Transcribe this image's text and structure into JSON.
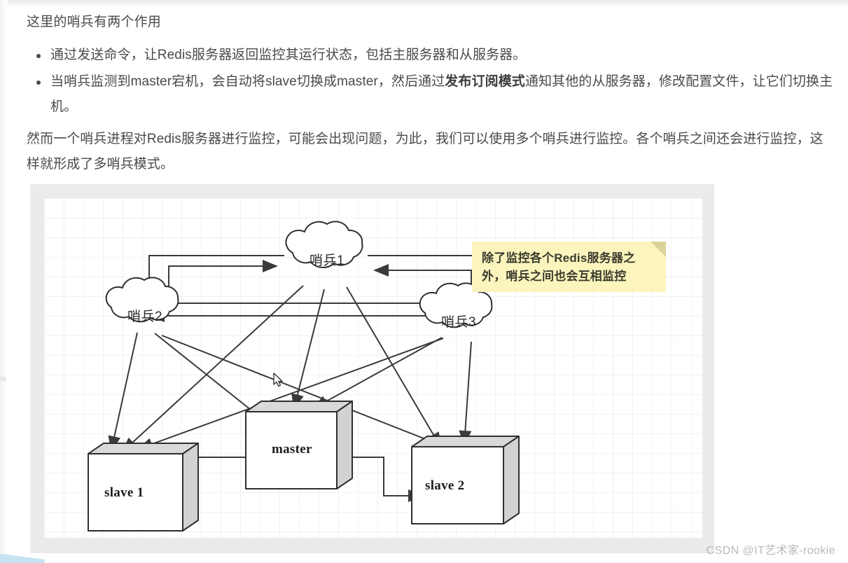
{
  "article": {
    "lead": "这里的哨兵有两个作用",
    "bullets": [
      "通过发送命令，让Redis服务器返回监控其运行状态，包括主服务器和从服务器。",
      {
        "before": "当哨兵监测到master宕机，会自动将slave切换成master，然后通过",
        "strong": "发布订阅模式",
        "after": "通知其他的从服务器，修改配置文件，让它们切换主机。"
      }
    ],
    "paragraph": "然而一个哨兵进程对Redis服务器进行监控，可能会出现问题，为此，我们可以使用多个哨兵进行监控。各个哨兵之间还会进行监控，这样就形成了多哨兵模式。"
  },
  "figure": {
    "note": {
      "line1": "除了监控各个Redis服务器之",
      "line2": "外，哨兵之间也会互相监控",
      "background": "#fbf5bd",
      "fold_color": "#dbd396"
    },
    "sentinels": [
      {
        "id": "sentinel-1",
        "label": "哨兵1"
      },
      {
        "id": "sentinel-2",
        "label": "哨兵2"
      },
      {
        "id": "sentinel-3",
        "label": "哨兵3"
      }
    ],
    "servers": [
      {
        "id": "slave-1",
        "label": "slave 1"
      },
      {
        "id": "master",
        "label": "master"
      },
      {
        "id": "slave-2",
        "label": "slave 2"
      }
    ],
    "frame_color": "#ebebeb",
    "grid_color": "#eef1f3",
    "stroke_color": "#3a3a3a"
  },
  "watermark": "CSDN @IT艺术家-rookie"
}
